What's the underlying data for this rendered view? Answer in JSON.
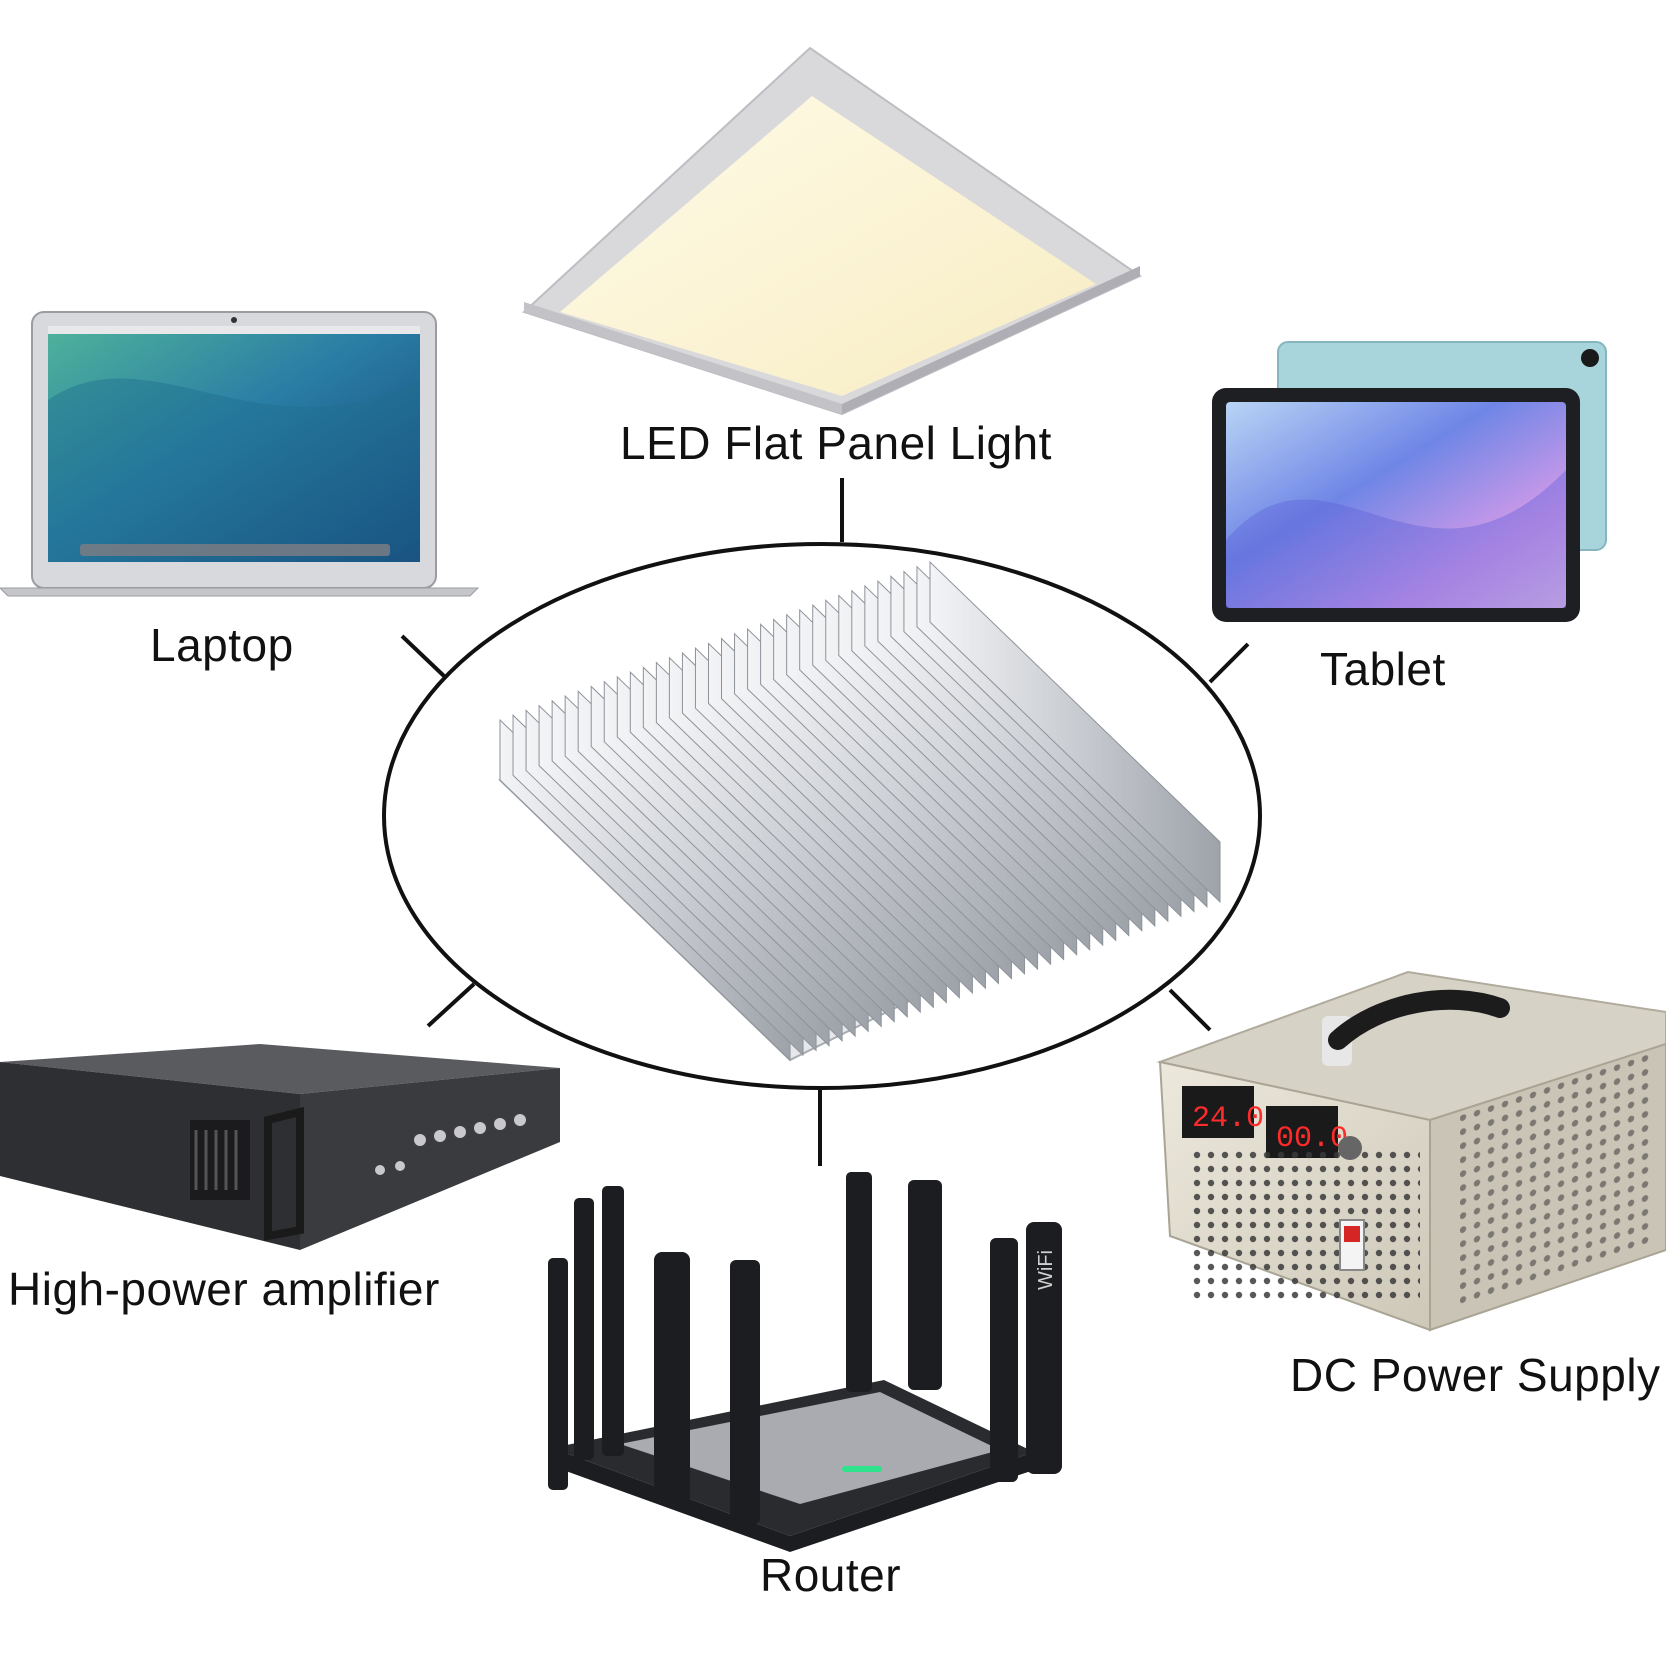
{
  "diagram": {
    "center": {
      "name": "aluminum-heatsink"
    },
    "applications": [
      {
        "id": "led",
        "label": "LED Flat Panel Light",
        "icon": "led-panel-light-icon"
      },
      {
        "id": "laptop",
        "label": "Laptop",
        "icon": "laptop-icon"
      },
      {
        "id": "tablet",
        "label": "Tablet",
        "icon": "tablet-icon"
      },
      {
        "id": "amplifier",
        "label": "High-power amplifier",
        "icon": "amplifier-icon"
      },
      {
        "id": "router",
        "label": "Router",
        "icon": "router-icon",
        "antenna_text": "WiFi"
      },
      {
        "id": "dc",
        "label": "DC Power Supply",
        "icon": "power-supply-icon",
        "display_left": "24.0",
        "display_right": "00.0"
      }
    ],
    "colors": {
      "line": "#111111",
      "led_glow": "#fdf6d6",
      "display_red": "#ff2a2a",
      "router_led": "#2fe38d"
    }
  }
}
